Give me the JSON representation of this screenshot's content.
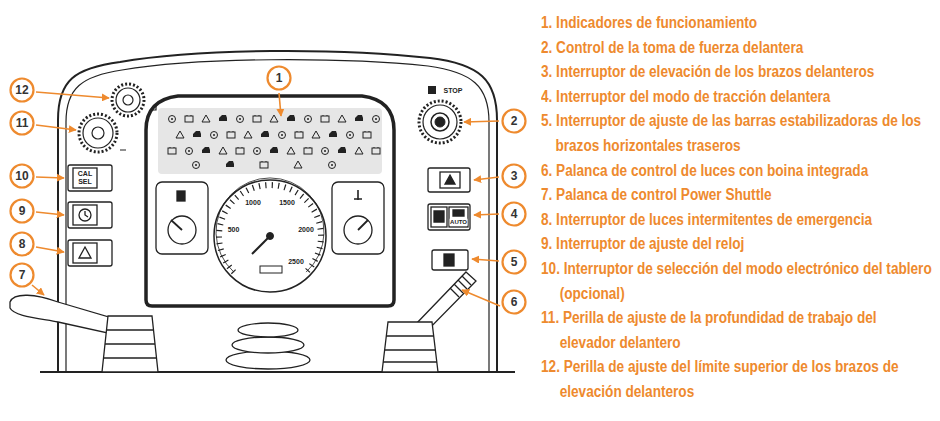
{
  "diagram": {
    "nodes": [
      {
        "text": [
          "1"
        ]
      },
      {
        "text": [
          "2"
        ]
      },
      {
        "text": [
          "3"
        ]
      },
      {
        "text": [
          "4"
        ]
      },
      {
        "text": [
          "5"
        ]
      },
      {
        "text": [
          "6"
        ]
      },
      {
        "text": [
          "7"
        ]
      },
      {
        "text": [
          "8"
        ]
      },
      {
        "text": [
          "9"
        ]
      },
      {
        "text": [
          "10"
        ]
      },
      {
        "text": [
          "11"
        ]
      },
      {
        "text": [
          "12"
        ]
      }
    ],
    "labels": [
      "1. Indicadores de funcionamiento",
      "2. Control de la toma de fuerza delantera",
      "3. Interruptor de elevación de los brazos delanteros",
      "4. Interruptor del modo de tracción delantera",
      "5. Interruptor de ajuste de las barras estabilizadoras de los brazos horizontales traseros",
      "6. Palanca de control de luces con boina integrada",
      "7. Palanca de control Power Shuttle",
      "8. Interruptor de luces intermitentes de emergencia",
      "9. Interruptor de ajuste del reloj",
      "10. Interruptor de selección del modo electrónico del tablero (opcional)",
      "11. Perilla de ajuste de la profundidad de trabajo del elevador delantero",
      "12. Perilla de ajuste del límite superior de los brazos de elevación delanteros",
      "STOP",
      "CAL SEL",
      "AUTO",
      "500",
      "1000",
      "1500",
      "2000",
      "2500"
    ]
  }
}
